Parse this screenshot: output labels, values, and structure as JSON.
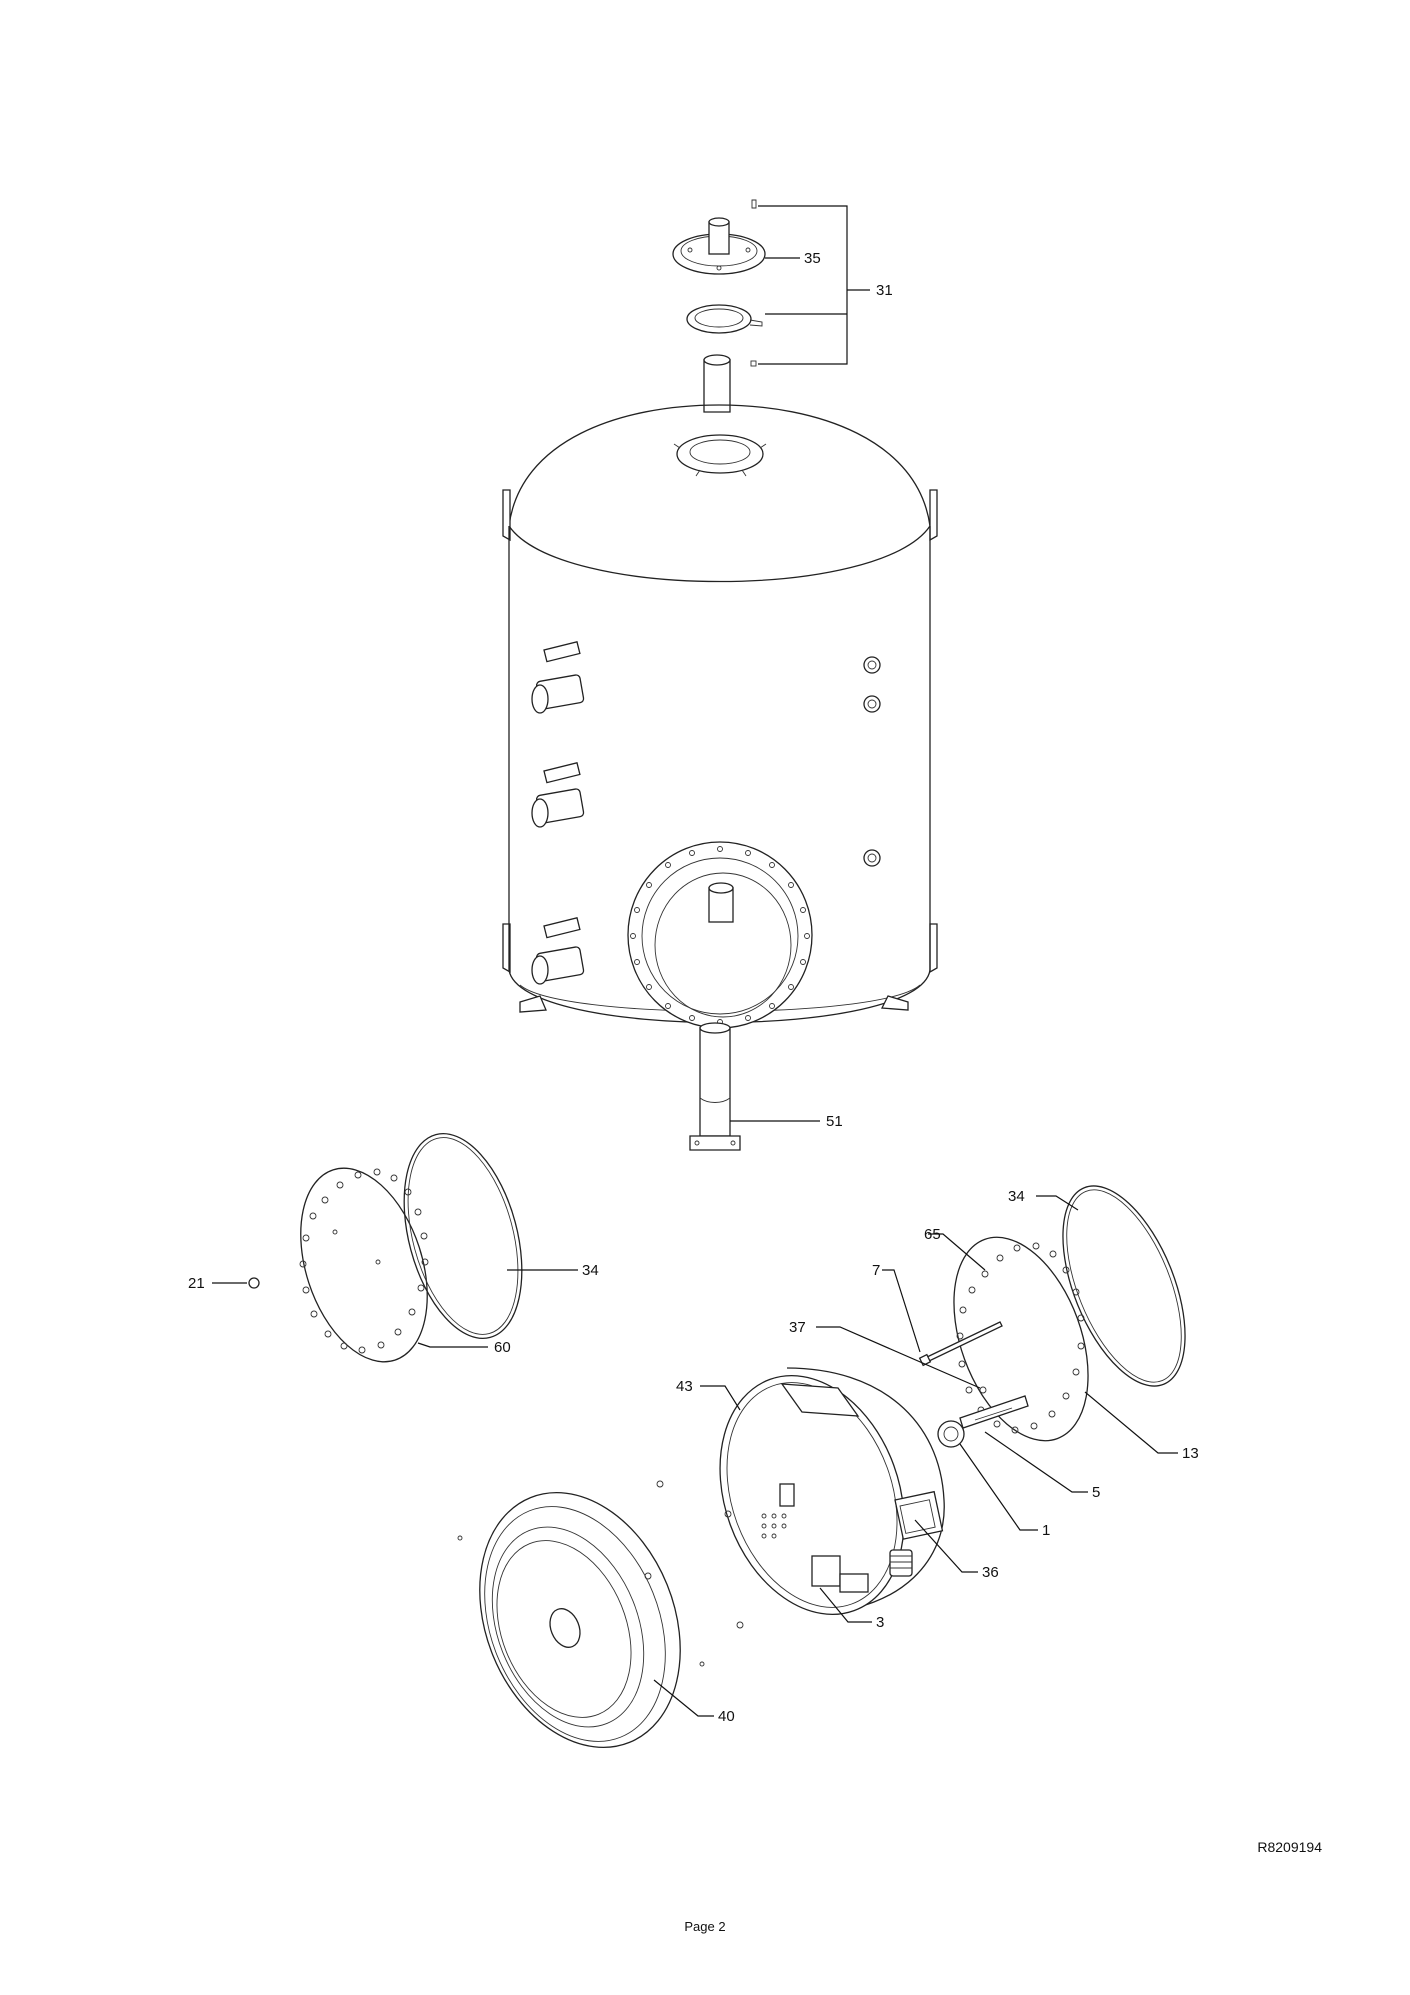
{
  "diagram": {
    "callouts": [
      {
        "id": "35",
        "label": "35"
      },
      {
        "id": "31",
        "label": "31"
      },
      {
        "id": "51",
        "label": "51"
      },
      {
        "id": "34a",
        "label": "34"
      },
      {
        "id": "34b",
        "label": "34"
      },
      {
        "id": "21",
        "label": "21"
      },
      {
        "id": "60",
        "label": "60"
      },
      {
        "id": "65",
        "label": "65"
      },
      {
        "id": "7",
        "label": "7"
      },
      {
        "id": "37",
        "label": "37"
      },
      {
        "id": "43",
        "label": "43"
      },
      {
        "id": "13",
        "label": "13"
      },
      {
        "id": "5",
        "label": "5"
      },
      {
        "id": "1",
        "label": "1"
      },
      {
        "id": "36",
        "label": "36"
      },
      {
        "id": "3",
        "label": "3"
      },
      {
        "id": "40",
        "label": "40"
      }
    ]
  },
  "footer": {
    "drawing_ref": "R8209194",
    "page": "Page 2"
  }
}
